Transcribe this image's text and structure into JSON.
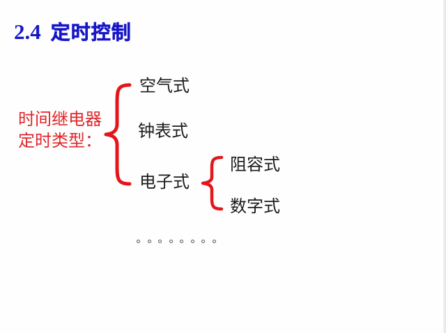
{
  "slide": {
    "title": {
      "number": "2.4",
      "text": "定时控制",
      "color": "#1717c8"
    },
    "category": {
      "lines": [
        "时间继电器",
        "定时类型："
      ],
      "color": "#e0262b"
    },
    "types": [
      {
        "label": "空气式"
      },
      {
        "label": "钟表式"
      },
      {
        "label": "电子式",
        "subtypes": [
          {
            "label": "阻容式"
          },
          {
            "label": "数字式"
          }
        ]
      }
    ],
    "brace_color": "#e3161b",
    "ellipsis": {
      "glyph": "。",
      "count": 8
    }
  }
}
